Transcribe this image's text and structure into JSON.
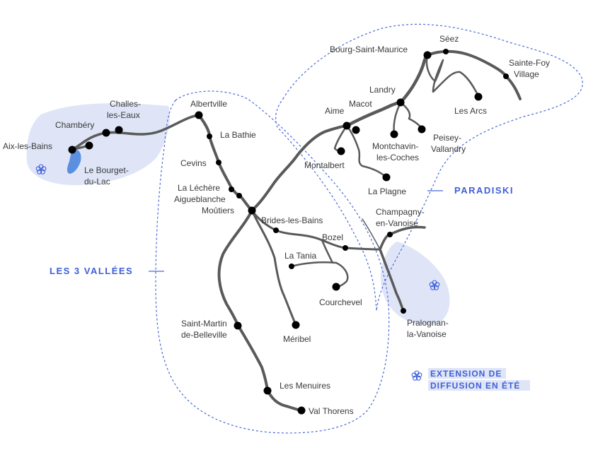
{
  "towns": {
    "aix_les_bains": "Aix-les-Bains",
    "chambery": "Chambéry",
    "challes_1": "Challes-",
    "challes_2": "les-Eaux",
    "bourget_1": "Le Bourget-",
    "bourget_2": "du-Lac",
    "albertville": "Albertville",
    "la_bathie": "La Bathie",
    "cevins": "Cevins",
    "lalechere_1": "La Léchère",
    "lalechere_2": "Aigueblanche",
    "moutiers": "Moûtiers",
    "brides": "Brides-les-Bains",
    "bozel": "Bozel",
    "la_tania": "La Tania",
    "courchevel": "Courchevel",
    "meribel": "Méribel",
    "stmartin_1": "Saint-Martin",
    "stmartin_2": "de-Belleville",
    "les_menuires": "Les Menuires",
    "val_thorens": "Val Thorens",
    "bourg_st_maurice": "Bourg-Saint-Maurice",
    "seez": "Séez",
    "saintefoy_1": "Sainte-Foy",
    "saintefoy_2": "Village",
    "landry": "Landry",
    "les_arcs": "Les Arcs",
    "aime": "Aime",
    "macot": "Macot",
    "peisey_1": "Peisey-",
    "peisey_2": "Vallandry",
    "montchavin_1": "Montchavin-",
    "montchavin_2": "les-Coches",
    "montalbert": "Montalbert",
    "la_plagne": "La Plagne",
    "champagny_1": "Champagny-",
    "champagny_2": "en-Vanoise",
    "pralognan_1": "Pralognan-",
    "pralognan_2": "la-Vanoise"
  },
  "zones": {
    "paradiski": "PARADISKI",
    "trois_vallees": "LES 3 VALLÉES"
  },
  "legend": {
    "line1": "EXTENSION DE",
    "line2": "DIFFUSION EN ÉTÉ",
    "icon": "flower-icon"
  },
  "colors": {
    "zone_border": "#4a6ad8",
    "zone_label": "#3f5fd6",
    "extension_fill": "#dfe5f7",
    "lake": "#5b8fe0",
    "road": "#5a5a5a",
    "town_dot": "#000000"
  }
}
